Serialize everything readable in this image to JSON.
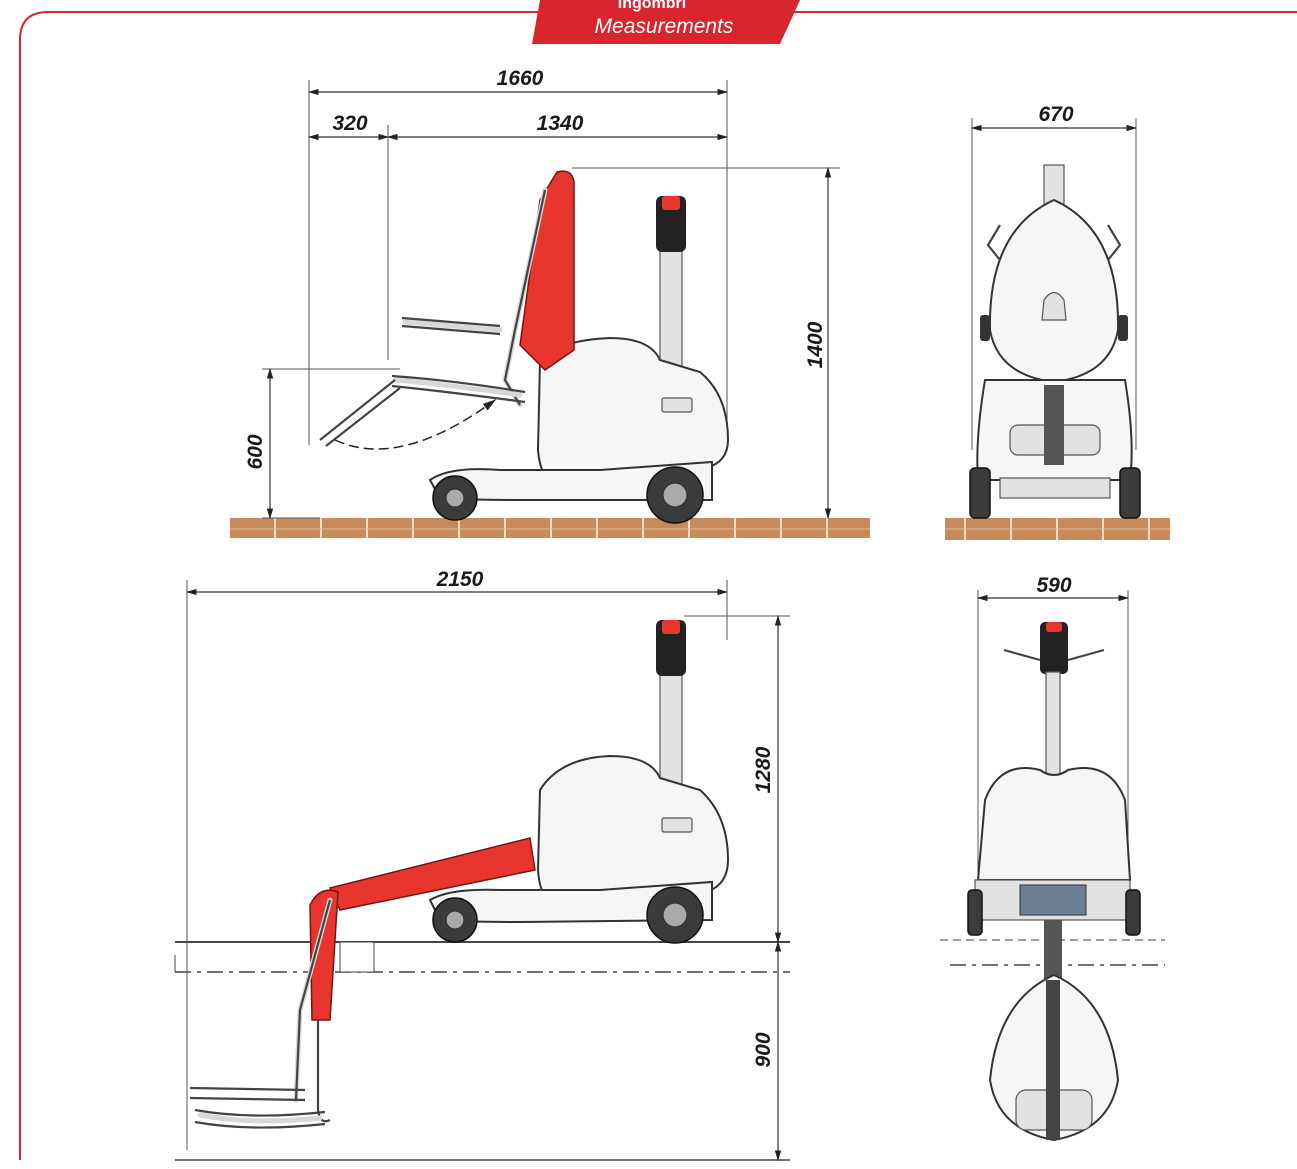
{
  "header": {
    "title_line1": "Ingombri",
    "title_line2": "Measurements"
  },
  "colors": {
    "frame": "#d9262e",
    "seat_red": "#e8352e",
    "floor_brick": "#c98a5b"
  },
  "dimensions": {
    "side_overall_length": "1660",
    "side_footrest_length": "320",
    "side_base_length": "1340",
    "side_overall_height": "1400",
    "side_seat_height": "600",
    "front_width": "670",
    "extended_reach": "2150",
    "extended_height_above": "1280",
    "extended_depth_below": "900",
    "front_extended_width": "590"
  }
}
